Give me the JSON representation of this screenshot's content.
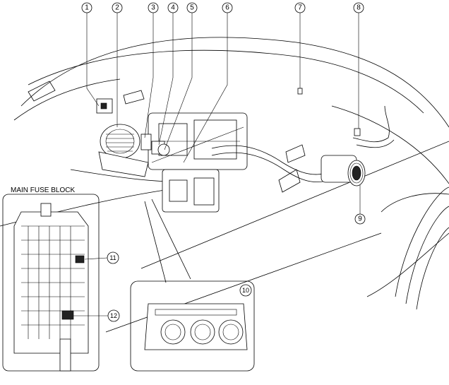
{
  "callouts": [
    {
      "number": "1"
    },
    {
      "number": "2"
    },
    {
      "number": "3"
    },
    {
      "number": "4"
    },
    {
      "number": "5"
    },
    {
      "number": "6"
    },
    {
      "number": "7"
    },
    {
      "number": "8"
    },
    {
      "number": "9"
    },
    {
      "number": "10"
    },
    {
      "number": "11"
    },
    {
      "number": "12"
    }
  ],
  "insets": {
    "fuse_block": {
      "title": "MAIN FUSE BLOCK"
    }
  }
}
